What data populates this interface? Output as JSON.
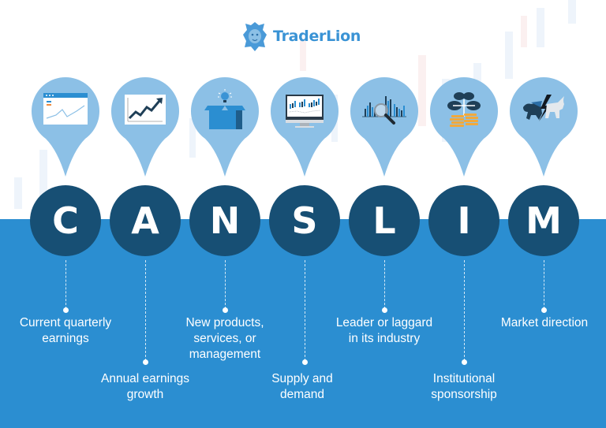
{
  "brand": {
    "name": "TraderLion",
    "logo_icon": "lion-head-icon",
    "color": "#3a93d5"
  },
  "colors": {
    "band": "#2b8ed1",
    "circle": "#174f74",
    "pin": "#8cc0e6",
    "text": "#ffffff"
  },
  "items": [
    {
      "letter": "C",
      "label": "Current quarterly\nearnings",
      "icon": "dashboard-chart-icon",
      "label_row": "upper"
    },
    {
      "letter": "A",
      "label": "Annual earnings\ngrowth",
      "icon": "trend-up-chart-icon",
      "label_row": "lower"
    },
    {
      "letter": "N",
      "label": "New products,\nservices, or\nmanagement",
      "icon": "box-lightbulb-icon",
      "label_row": "upper"
    },
    {
      "letter": "S",
      "label": "Supply and\ndemand",
      "icon": "monitor-candlestick-icon",
      "label_row": "lower"
    },
    {
      "letter": "L",
      "label": "Leader or laggard\nin its industry",
      "icon": "magnifier-bars-icon",
      "label_row": "upper"
    },
    {
      "letter": "I",
      "label": "Institutional\nsponsorship",
      "icon": "plant-coins-icon",
      "label_row": "lower"
    },
    {
      "letter": "M",
      "label": "Market direction",
      "icon": "bear-bull-icon",
      "label_row": "upper"
    }
  ]
}
